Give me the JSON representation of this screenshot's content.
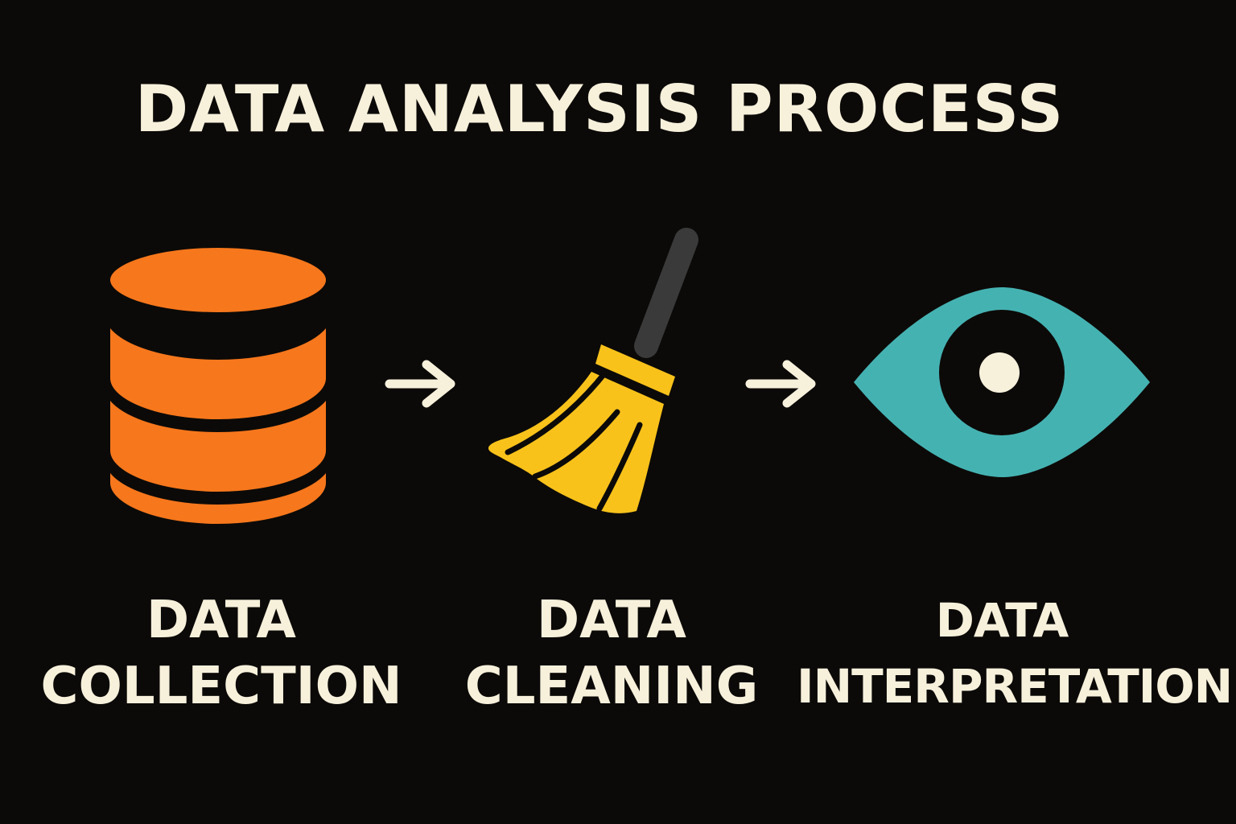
{
  "title": "DATA ANALYSIS PROCESS",
  "steps": [
    {
      "line1": "DATA",
      "line2": "COLLECTION",
      "icon": "database-icon",
      "color": "#f7771c"
    },
    {
      "line1": "DATA",
      "line2": "CLEANING",
      "icon": "broom-icon",
      "color": "#f9c21a"
    },
    {
      "line1": "DATA",
      "line2": "INTERPRETATION",
      "icon": "eye-icon",
      "color": "#45b2b2"
    }
  ],
  "colors": {
    "background": "#0c0a08",
    "text": "#f7f1dc",
    "broom_handle": "#3a3a3a"
  }
}
